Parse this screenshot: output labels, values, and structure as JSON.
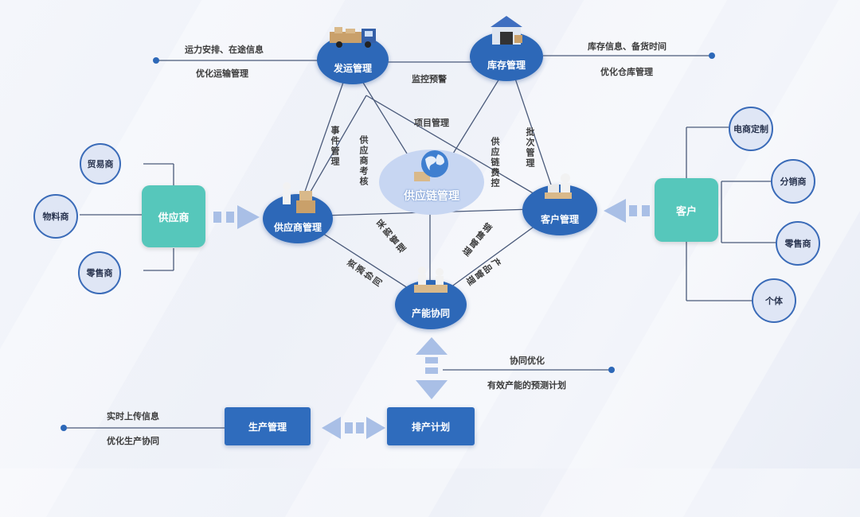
{
  "nodes": {
    "shipping": "发运管理",
    "warehouse": "库存管理",
    "supply_chain": "供应链管理",
    "supplier_mgmt": "供应商管理",
    "customer_mgmt": "客户管理",
    "capacity": "产能协同",
    "supplier": "供应商",
    "customer": "客户",
    "production_mgmt": "生产管理",
    "production_plan": "排产计划"
  },
  "supplier_types": [
    "贸易商",
    "物料商",
    "零售商"
  ],
  "customer_types": [
    "电商定制",
    "分销商",
    "零售商",
    "个体"
  ],
  "edge_labels": {
    "monitor": "监控预警",
    "project": "项目管理",
    "event": "事件管理",
    "supplier_eval": "供应商考核",
    "cost_control": "供应链费控",
    "batch": "批次管理",
    "purchase": "采购管理",
    "sales": "销售管理",
    "resource": "资源协同",
    "product": "产品管理"
  },
  "notes": {
    "shipping_1": "运力安排、在途信息",
    "shipping_2": "优化运输管理",
    "warehouse_1": "库存信息、备货时间",
    "warehouse_2": "优化仓库管理",
    "capacity_1": "协同优化",
    "capacity_2": "有效产能的预测计划",
    "production_1": "实时上传信息",
    "production_2": "优化生产协同"
  },
  "colors": {
    "primary": "#2d68b8",
    "teal": "#56c7bb",
    "arrow": "#a9bfe6",
    "line": "#4a5a7a"
  }
}
